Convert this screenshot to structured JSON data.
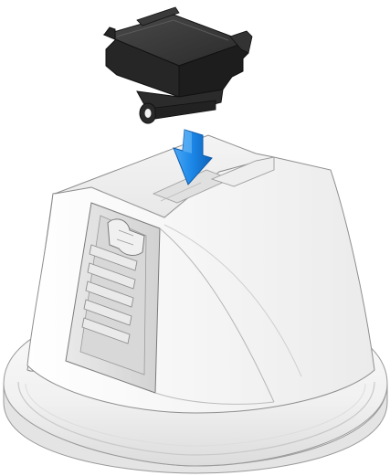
{
  "scene": {
    "description_visible_text": "",
    "parts": [
      {
        "name": "clip",
        "color": "#2a2a2a",
        "icon": "black-clip-bracket"
      },
      {
        "name": "arrow",
        "color": "#1a86e6",
        "icon": "down-arrow-icon"
      },
      {
        "name": "base",
        "color": "#f2f2f2",
        "icon": "suction-mount-base"
      }
    ]
  }
}
